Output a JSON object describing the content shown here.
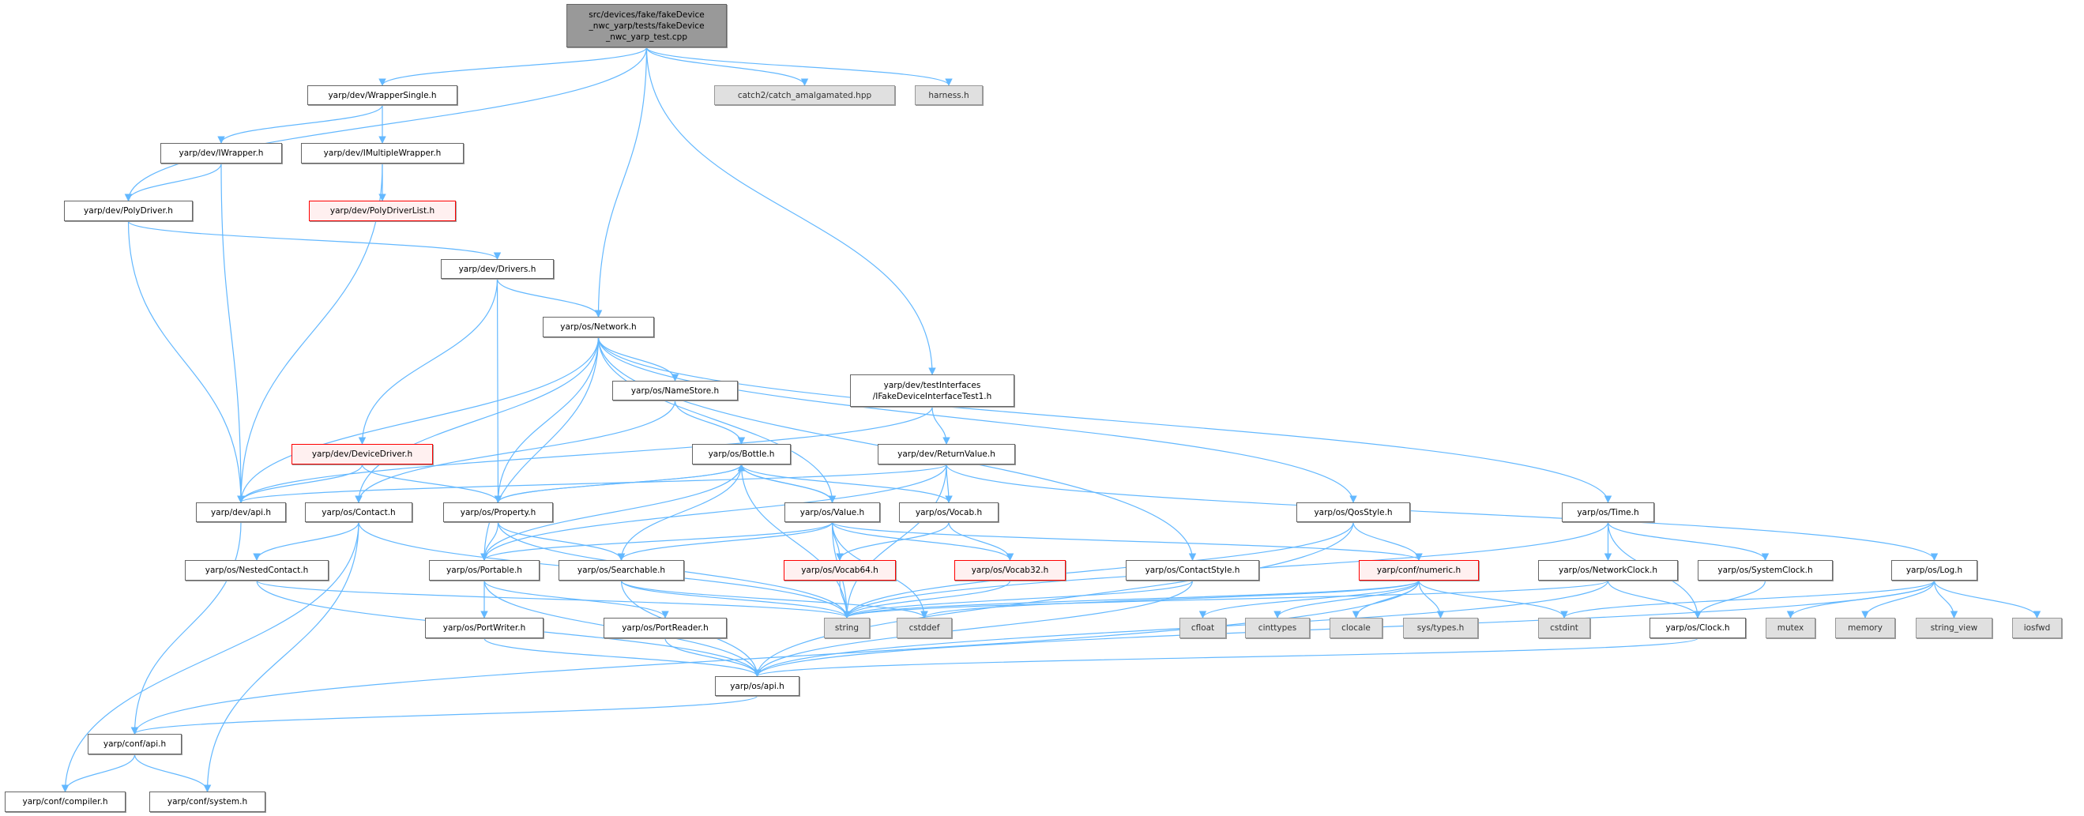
{
  "title": "Include dependency graph",
  "colors": {
    "edge": "#63b8ff",
    "root_fill": "#999999",
    "missing_border": "#ff0000",
    "system_fill": "#e0e0e0"
  },
  "nodes": [
    {
      "id": "root",
      "label": "src/devices/fake/fakeDevice\n_nwc_yarp/tests/fakeDevice\n_nwc_yarp_test.cpp",
      "type": "root"
    },
    {
      "id": "wrappersingle",
      "label": "yarp/dev/WrapperSingle.h",
      "type": "normal"
    },
    {
      "id": "catch2",
      "label": "catch2/catch_amalgamated.hpp",
      "type": "sys"
    },
    {
      "id": "harness",
      "label": "harness.h",
      "type": "sys"
    },
    {
      "id": "iwrapper",
      "label": "yarp/dev/IWrapper.h",
      "type": "normal"
    },
    {
      "id": "imultiplewrapper",
      "label": "yarp/dev/IMultipleWrapper.h",
      "type": "normal"
    },
    {
      "id": "polydriver",
      "label": "yarp/dev/PolyDriver.h",
      "type": "normal"
    },
    {
      "id": "polydriverlist",
      "label": "yarp/dev/PolyDriverList.h",
      "type": "red"
    },
    {
      "id": "drivers",
      "label": "yarp/dev/Drivers.h",
      "type": "normal"
    },
    {
      "id": "network",
      "label": "yarp/os/Network.h",
      "type": "normal"
    },
    {
      "id": "namestore",
      "label": "yarp/os/NameStore.h",
      "type": "normal"
    },
    {
      "id": "testinterfaces",
      "label": "yarp/dev/testInterfaces\n/IFakeDeviceInterfaceTest1.h",
      "type": "normal"
    },
    {
      "id": "devicedriver",
      "label": "yarp/dev/DeviceDriver.h",
      "type": "red"
    },
    {
      "id": "bottle",
      "label": "yarp/os/Bottle.h",
      "type": "normal"
    },
    {
      "id": "returnvalue",
      "label": "yarp/dev/ReturnValue.h",
      "type": "normal"
    },
    {
      "id": "devapi",
      "label": "yarp/dev/api.h",
      "type": "normal"
    },
    {
      "id": "contact",
      "label": "yarp/os/Contact.h",
      "type": "normal"
    },
    {
      "id": "property",
      "label": "yarp/os/Property.h",
      "type": "normal"
    },
    {
      "id": "value",
      "label": "yarp/os/Value.h",
      "type": "normal"
    },
    {
      "id": "vocab",
      "label": "yarp/os/Vocab.h",
      "type": "normal"
    },
    {
      "id": "qosstyle",
      "label": "yarp/os/QosStyle.h",
      "type": "normal"
    },
    {
      "id": "time",
      "label": "yarp/os/Time.h",
      "type": "normal"
    },
    {
      "id": "nestedcontact",
      "label": "yarp/os/NestedContact.h",
      "type": "normal"
    },
    {
      "id": "portable",
      "label": "yarp/os/Portable.h",
      "type": "normal"
    },
    {
      "id": "searchable",
      "label": "yarp/os/Searchable.h",
      "type": "normal"
    },
    {
      "id": "vocab64",
      "label": "yarp/os/Vocab64.h",
      "type": "red"
    },
    {
      "id": "vocab32",
      "label": "yarp/os/Vocab32.h",
      "type": "red"
    },
    {
      "id": "contactstyle",
      "label": "yarp/os/ContactStyle.h",
      "type": "normal"
    },
    {
      "id": "numeric",
      "label": "yarp/conf/numeric.h",
      "type": "red"
    },
    {
      "id": "networkclock",
      "label": "yarp/os/NetworkClock.h",
      "type": "normal"
    },
    {
      "id": "systemclock",
      "label": "yarp/os/SystemClock.h",
      "type": "normal"
    },
    {
      "id": "log",
      "label": "yarp/os/Log.h",
      "type": "normal"
    },
    {
      "id": "portwriter",
      "label": "yarp/os/PortWriter.h",
      "type": "normal"
    },
    {
      "id": "portreader",
      "label": "yarp/os/PortReader.h",
      "type": "normal"
    },
    {
      "id": "string",
      "label": "string",
      "type": "sys"
    },
    {
      "id": "cstddef",
      "label": "cstddef",
      "type": "sys"
    },
    {
      "id": "cfloat",
      "label": "cfloat",
      "type": "sys"
    },
    {
      "id": "cinttypes",
      "label": "cinttypes",
      "type": "sys"
    },
    {
      "id": "clocale",
      "label": "clocale",
      "type": "sys"
    },
    {
      "id": "systypes",
      "label": "sys/types.h",
      "type": "sys"
    },
    {
      "id": "cstdint",
      "label": "cstdint",
      "type": "sys"
    },
    {
      "id": "clock",
      "label": "yarp/os/Clock.h",
      "type": "normal"
    },
    {
      "id": "mutex",
      "label": "mutex",
      "type": "sys"
    },
    {
      "id": "memory",
      "label": "memory",
      "type": "sys"
    },
    {
      "id": "string_view",
      "label": "string_view",
      "type": "sys"
    },
    {
      "id": "iosfwd",
      "label": "iosfwd",
      "type": "sys"
    },
    {
      "id": "osapi",
      "label": "yarp/os/api.h",
      "type": "normal"
    },
    {
      "id": "confapi",
      "label": "yarp/conf/api.h",
      "type": "normal"
    },
    {
      "id": "compiler",
      "label": "yarp/conf/compiler.h",
      "type": "normal"
    },
    {
      "id": "system",
      "label": "yarp/conf/system.h",
      "type": "normal"
    }
  ],
  "edges": [
    [
      "root",
      "polydriver"
    ],
    [
      "root",
      "wrappersingle"
    ],
    [
      "root",
      "network"
    ],
    [
      "root",
      "testinterfaces"
    ],
    [
      "root",
      "catch2"
    ],
    [
      "root",
      "harness"
    ],
    [
      "wrappersingle",
      "iwrapper"
    ],
    [
      "wrappersingle",
      "imultiplewrapper"
    ],
    [
      "iwrapper",
      "polydriver"
    ],
    [
      "iwrapper",
      "devapi"
    ],
    [
      "imultiplewrapper",
      "polydriverlist"
    ],
    [
      "imultiplewrapper",
      "devapi"
    ],
    [
      "polydriver",
      "drivers"
    ],
    [
      "polydriver",
      "devapi"
    ],
    [
      "drivers",
      "network"
    ],
    [
      "drivers",
      "devicedriver"
    ],
    [
      "drivers",
      "property"
    ],
    [
      "network",
      "namestore"
    ],
    [
      "network",
      "contact"
    ],
    [
      "network",
      "property"
    ],
    [
      "network",
      "portable"
    ],
    [
      "network",
      "value"
    ],
    [
      "network",
      "contactstyle"
    ],
    [
      "network",
      "qosstyle"
    ],
    [
      "network",
      "time"
    ],
    [
      "network",
      "devapi"
    ],
    [
      "namestore",
      "bottle"
    ],
    [
      "namestore",
      "contact"
    ],
    [
      "testinterfaces",
      "returnvalue"
    ],
    [
      "testinterfaces",
      "devapi"
    ],
    [
      "devicedriver",
      "devapi"
    ],
    [
      "devicedriver",
      "property"
    ],
    [
      "bottle",
      "value"
    ],
    [
      "bottle",
      "property"
    ],
    [
      "bottle",
      "portable"
    ],
    [
      "bottle",
      "searchable"
    ],
    [
      "bottle",
      "vocab"
    ],
    [
      "bottle",
      "string"
    ],
    [
      "returnvalue",
      "devapi"
    ],
    [
      "returnvalue",
      "vocab"
    ],
    [
      "returnvalue",
      "portable"
    ],
    [
      "returnvalue",
      "log"
    ],
    [
      "returnvalue",
      "string"
    ],
    [
      "devapi",
      "confapi"
    ],
    [
      "contact",
      "nestedcontact"
    ],
    [
      "contact",
      "string"
    ],
    [
      "contact",
      "compiler"
    ],
    [
      "contact",
      "system"
    ],
    [
      "property",
      "portable"
    ],
    [
      "property",
      "searchable"
    ],
    [
      "property",
      "bottle"
    ],
    [
      "property",
      "string"
    ],
    [
      "value",
      "bottle"
    ],
    [
      "value",
      "portable"
    ],
    [
      "value",
      "searchable"
    ],
    [
      "value",
      "vocab64"
    ],
    [
      "value",
      "vocab32"
    ],
    [
      "value",
      "string"
    ],
    [
      "value",
      "cstddef"
    ],
    [
      "value",
      "numeric"
    ],
    [
      "vocab",
      "vocab64"
    ],
    [
      "vocab",
      "vocab32"
    ],
    [
      "qosstyle",
      "numeric"
    ],
    [
      "qosstyle",
      "string"
    ],
    [
      "qosstyle",
      "osapi"
    ],
    [
      "time",
      "networkclock"
    ],
    [
      "time",
      "systemclock"
    ],
    [
      "time",
      "clock"
    ],
    [
      "time",
      "string"
    ],
    [
      "nestedcontact",
      "string"
    ],
    [
      "nestedcontact",
      "osapi"
    ],
    [
      "portable",
      "portwriter"
    ],
    [
      "portable",
      "portreader"
    ],
    [
      "portable",
      "osapi"
    ],
    [
      "searchable",
      "string"
    ],
    [
      "searchable",
      "cstddef"
    ],
    [
      "searchable",
      "osapi"
    ],
    [
      "vocab64",
      "string"
    ],
    [
      "vocab32",
      "string"
    ],
    [
      "contactstyle",
      "string"
    ],
    [
      "contactstyle",
      "osapi"
    ],
    [
      "numeric",
      "cfloat"
    ],
    [
      "numeric",
      "cinttypes"
    ],
    [
      "numeric",
      "clocale"
    ],
    [
      "numeric",
      "systypes"
    ],
    [
      "numeric",
      "cstdint"
    ],
    [
      "numeric",
      "string"
    ],
    [
      "numeric",
      "cstddef"
    ],
    [
      "numeric",
      "confapi"
    ],
    [
      "networkclock",
      "clock"
    ],
    [
      "networkclock",
      "string"
    ],
    [
      "networkclock",
      "osapi"
    ],
    [
      "systemclock",
      "clock"
    ],
    [
      "log",
      "mutex"
    ],
    [
      "log",
      "memory"
    ],
    [
      "log",
      "string_view"
    ],
    [
      "log",
      "iosfwd"
    ],
    [
      "log",
      "cstdint"
    ],
    [
      "log",
      "osapi"
    ],
    [
      "clock",
      "osapi"
    ],
    [
      "portwriter",
      "osapi"
    ],
    [
      "portreader",
      "osapi"
    ],
    [
      "osapi",
      "confapi"
    ],
    [
      "confapi",
      "compiler"
    ],
    [
      "confapi",
      "system"
    ]
  ]
}
